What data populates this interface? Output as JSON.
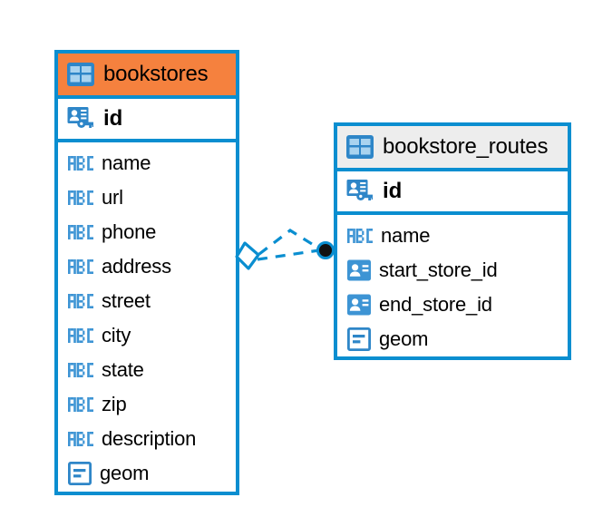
{
  "diagram": {
    "type": "entity-relationship-diagram",
    "background_color": "#ffffff",
    "accent_color": "#0a8ed0",
    "selected_color": "#f5813e",
    "header_color": "#ededed"
  },
  "entities": [
    {
      "name": "bookstores",
      "title": "bookstores",
      "header_state": "selected",
      "primary_key": {
        "label": "id",
        "icon": "primary-key-icon"
      },
      "fields": [
        {
          "label": "name",
          "icon": "abc-text-icon"
        },
        {
          "label": "url",
          "icon": "abc-text-icon"
        },
        {
          "label": "phone",
          "icon": "abc-text-icon"
        },
        {
          "label": "address",
          "icon": "abc-text-icon"
        },
        {
          "label": "street",
          "icon": "abc-text-icon"
        },
        {
          "label": "city",
          "icon": "abc-text-icon"
        },
        {
          "label": "state",
          "icon": "abc-text-icon"
        },
        {
          "label": "zip",
          "icon": "abc-text-icon"
        },
        {
          "label": "description",
          "icon": "abc-text-icon"
        },
        {
          "label": "geom",
          "icon": "geometry-icon"
        }
      ]
    },
    {
      "name": "bookstore_routes",
      "title": "bookstore_routes",
      "header_state": "normal",
      "primary_key": {
        "label": "id",
        "icon": "primary-key-icon"
      },
      "fields": [
        {
          "label": "name",
          "icon": "abc-text-icon"
        },
        {
          "label": "start_store_id",
          "icon": "foreign-key-icon"
        },
        {
          "label": "end_store_id",
          "icon": "foreign-key-icon"
        },
        {
          "label": "geom",
          "icon": "geometry-icon"
        }
      ]
    }
  ],
  "relationship": {
    "name": "bookstores-to-bookstore-routes",
    "line_style": "dashed",
    "line_color": "#0a8ed0",
    "source_marker": "diamond-outline",
    "target_marker": "filled-dot"
  }
}
